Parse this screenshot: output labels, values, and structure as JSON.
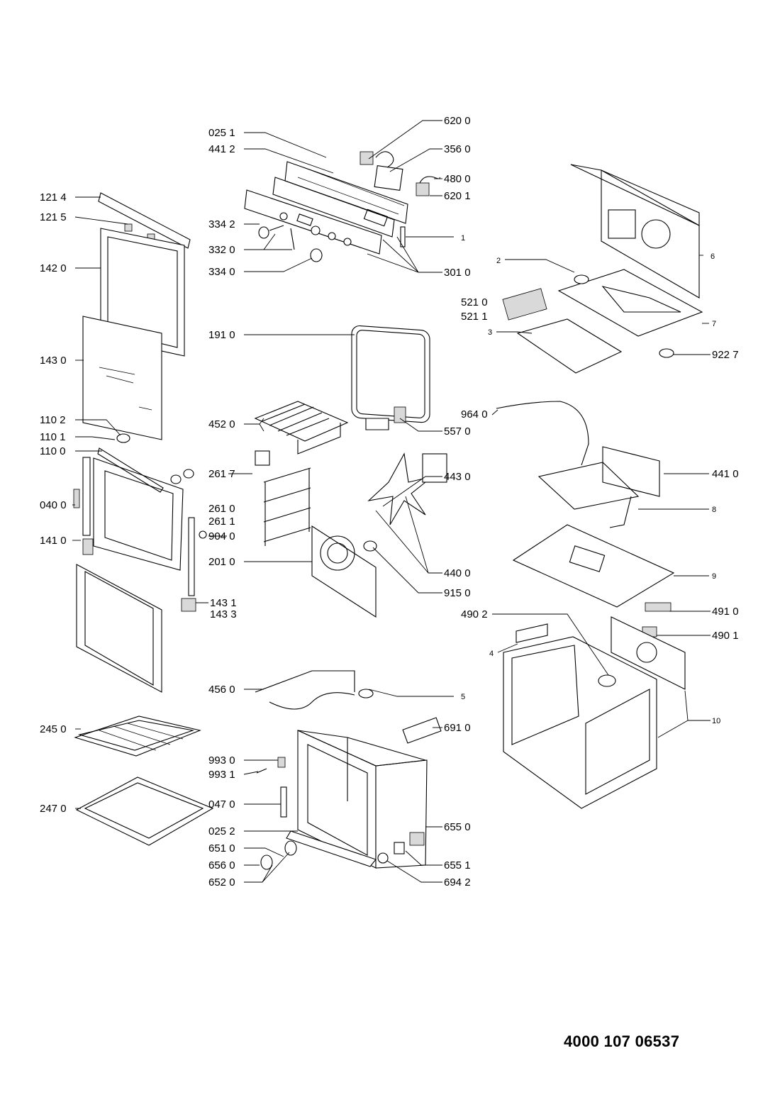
{
  "document_number": "4000 107 06537",
  "labels": {
    "l6200": "620 0",
    "l0251": "025 1",
    "l3560": "356 0",
    "l4412": "441 2",
    "l4800": "480 0",
    "l6201": "620 1",
    "l1214": "121 4",
    "l1215": "121 5",
    "l3342": "334 2",
    "l1": "1",
    "l3320": "332 0",
    "l1420": "142 0",
    "l3340": "334 0",
    "l3010": "301 0",
    "l2": "2",
    "l6": "6",
    "l5210": "521 0",
    "l5211": "521 1",
    "l3": "3",
    "l7": "7",
    "l9227": "922 7",
    "l1910": "191 0",
    "l1430": "143 0",
    "l9640": "964 0",
    "l1102": "110 2",
    "l4520": "452 0",
    "l5570": "557 0",
    "l1101": "110 1",
    "l1100": "110 0",
    "l2617": "261 7",
    "l4410": "441 0",
    "l4430": "443 0",
    "l0400": "040 0",
    "l2610": "261 0",
    "l2611": "261 1",
    "l8": "8",
    "l9040": "904 0",
    "l1410": "141 0",
    "l2010": "201 0",
    "l4400": "440 0",
    "l9": "9",
    "l9150": "915 0",
    "l1431": "143 1",
    "l1433": "143 3",
    "l4910": "491 0",
    "l4902": "490 2",
    "l4901": "490 1",
    "l4": "4",
    "l4560": "456 0",
    "l5": "5",
    "l10": "10",
    "l2450": "245 0",
    "l6910": "691 0",
    "l9930": "993 0",
    "l9931": "993 1",
    "l2470": "247 0",
    "l0470": "047 0",
    "l6550": "655 0",
    "l0252": "025 2",
    "l6510": "651 0",
    "l6551": "655 1",
    "l6560": "656 0",
    "l6942": "694 2",
    "l6520": "652 0"
  }
}
